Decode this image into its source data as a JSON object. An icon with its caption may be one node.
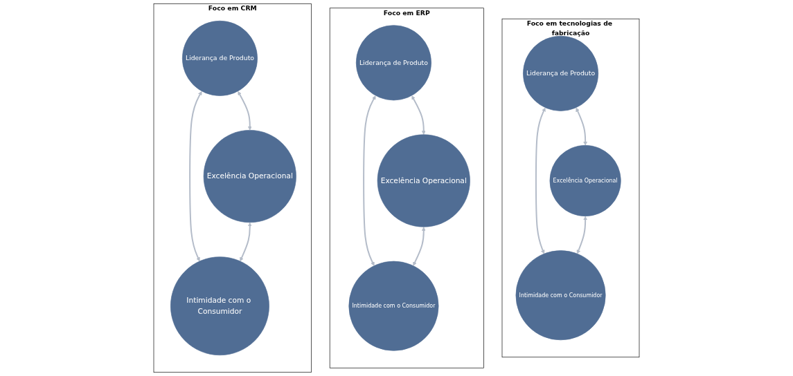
{
  "diagram": {
    "nodes": [
      {
        "text": [
          "Foco em tecnologias de fabricação"
        ]
      },
      {
        "text": [
          "Liderança de Produto"
        ],
        "in": 0
      },
      {
        "text": [
          "Excelência Operacional"
        ],
        "in": 0
      },
      {
        "text": [
          "Intimidade com o Consumidor"
        ],
        "in": 0
      },
      {
        "text": [
          "Foco em ERP"
        ]
      },
      {
        "text": [
          "Liderança de Produto"
        ],
        "in": 4
      },
      {
        "text": [
          "Excelência Operacional"
        ],
        "in": 4
      },
      {
        "text": [
          "Intimidade com o Consumidor"
        ],
        "in": 4
      },
      {
        "text": [
          "Foco em CRM"
        ]
      },
      {
        "text": [
          "Liderança de Produto"
        ],
        "in": 8
      },
      {
        "text": [
          "Excelência Operacional"
        ],
        "in": 8
      },
      {
        "text": [
          "Intimidade com o Consumidor"
        ],
        "in": 8
      }
    ],
    "edges": [
      {
        "from": 1,
        "to": 2,
        "arrow": "both"
      },
      {
        "from": 1,
        "to": 3,
        "arrow": "both"
      },
      {
        "from": 2,
        "to": 3,
        "arrow": "both"
      },
      {
        "from": 5,
        "to": 6,
        "arrow": "both"
      },
      {
        "from": 5,
        "to": 7,
        "arrow": "both"
      },
      {
        "from": 6,
        "to": 7,
        "arrow": "both"
      },
      {
        "from": 9,
        "to": 10,
        "arrow": "both"
      },
      {
        "from": 9,
        "to": 11,
        "arrow": "both"
      },
      {
        "from": 10,
        "to": 11,
        "arrow": "both"
      }
    ]
  }
}
